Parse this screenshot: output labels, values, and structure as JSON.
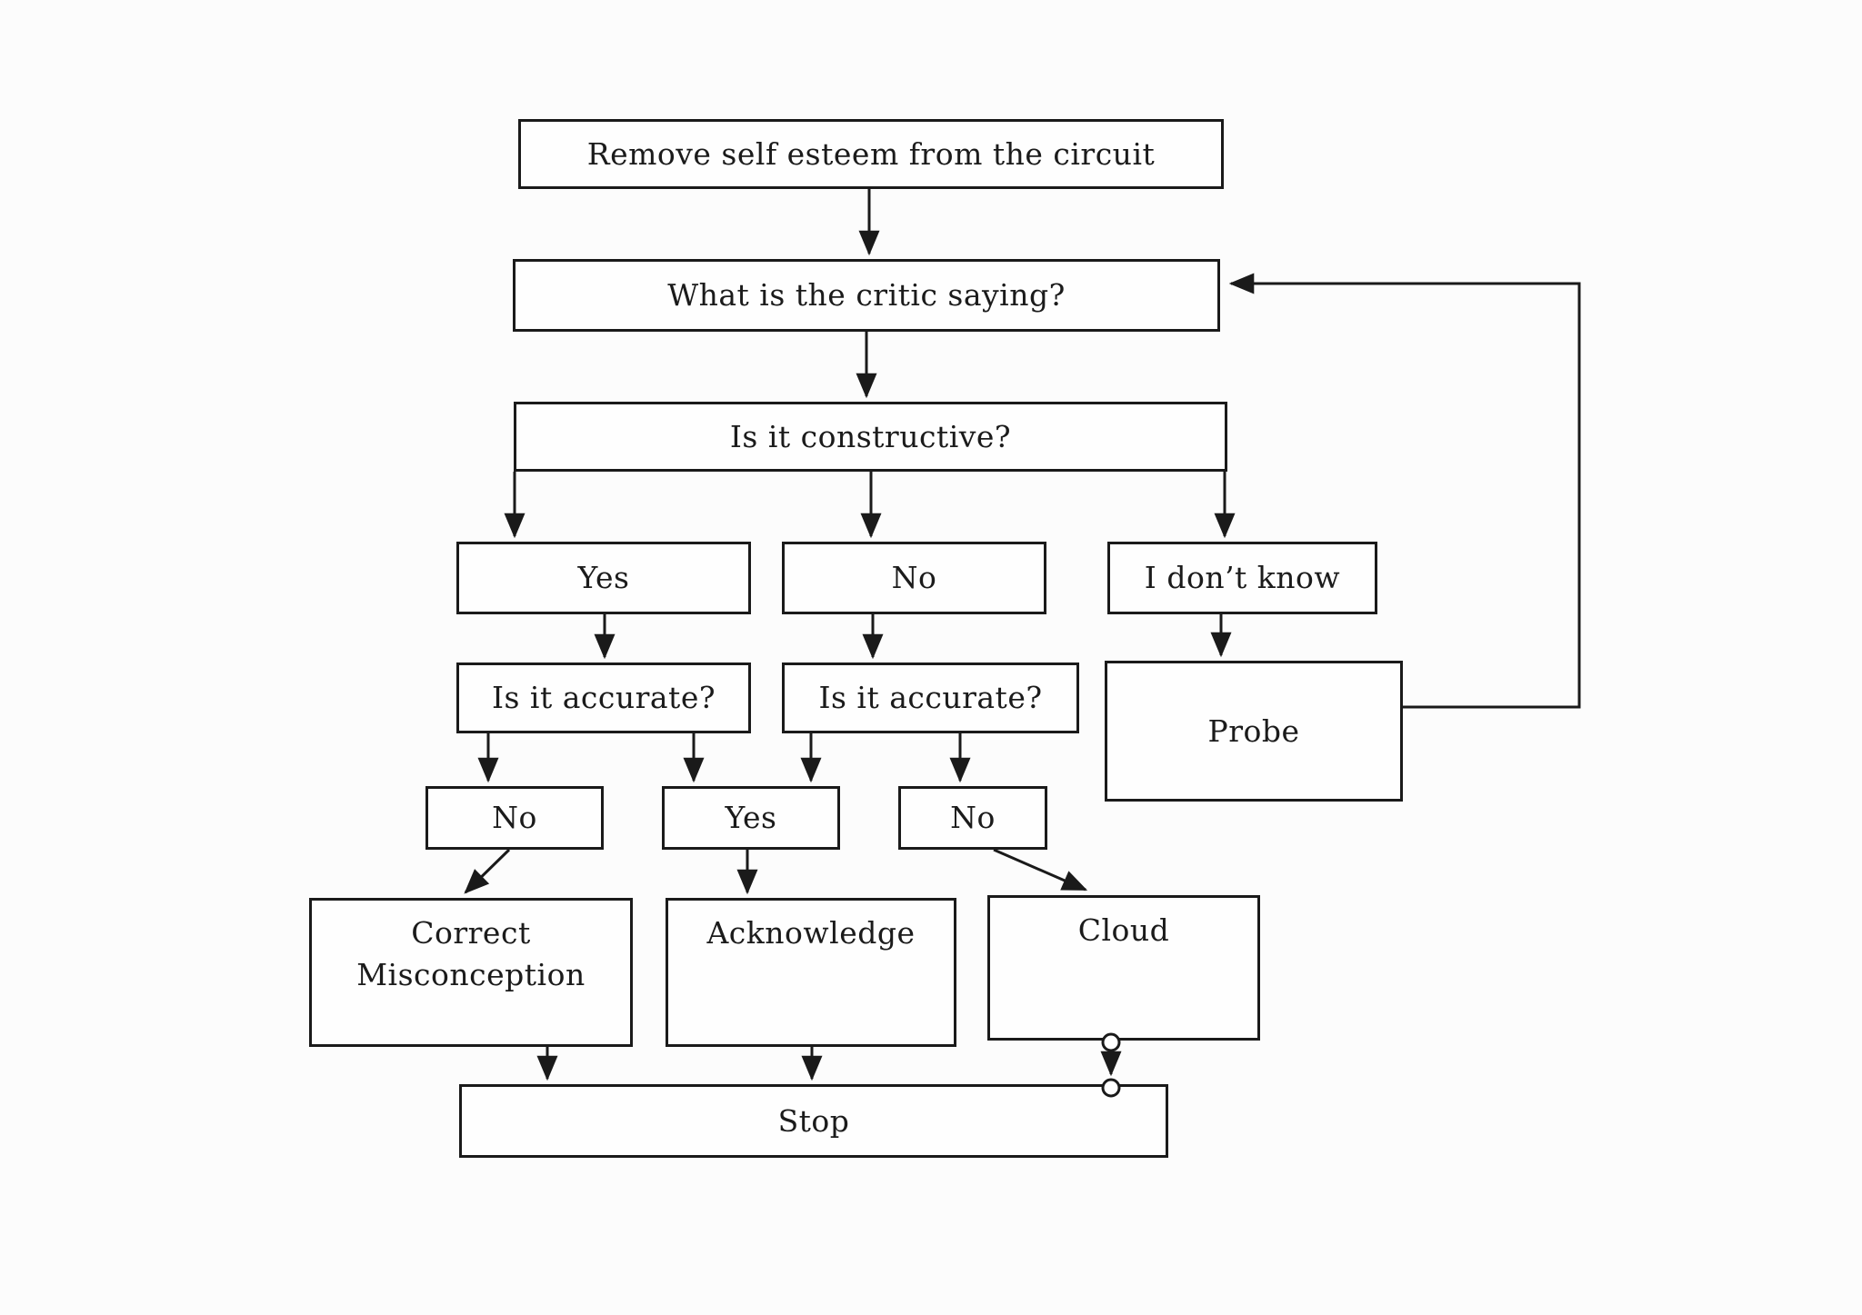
{
  "diagram": {
    "type": "flowchart",
    "colors": {
      "line": "#1a1a1a",
      "box_fill": "#fefefe",
      "background": "#fcfcfc",
      "text": "#1b1b1b"
    },
    "nodes": {
      "remove_self_esteem": {
        "label": "Remove self esteem from the circuit"
      },
      "what_is_critic_saying": {
        "label": "What is the critic saying?"
      },
      "is_it_constructive": {
        "label": "Is it constructive?"
      },
      "constructive_yes": {
        "label": "Yes"
      },
      "constructive_no": {
        "label": "No"
      },
      "i_dont_know": {
        "label": "I don’t know"
      },
      "is_it_accurate_left": {
        "label": "Is it accurate?"
      },
      "is_it_accurate_right": {
        "label": "Is it accurate?"
      },
      "probe": {
        "label": "Probe"
      },
      "accurate_left_no": {
        "label": "No"
      },
      "accurate_yes": {
        "label": "Yes"
      },
      "accurate_right_no": {
        "label": "No"
      },
      "correct_misconception": {
        "label": "Correct Misconception"
      },
      "acknowledge": {
        "label": "Acknowledge"
      },
      "cloud": {
        "label": "Cloud"
      },
      "stop": {
        "label": "Stop"
      }
    },
    "edges": [
      {
        "from": "remove_self_esteem",
        "to": "what_is_critic_saying"
      },
      {
        "from": "what_is_critic_saying",
        "to": "is_it_constructive"
      },
      {
        "from": "is_it_constructive",
        "to": "constructive_yes"
      },
      {
        "from": "is_it_constructive",
        "to": "constructive_no"
      },
      {
        "from": "is_it_constructive",
        "to": "i_dont_know"
      },
      {
        "from": "constructive_yes",
        "to": "is_it_accurate_left"
      },
      {
        "from": "constructive_no",
        "to": "is_it_accurate_right"
      },
      {
        "from": "i_dont_know",
        "to": "probe"
      },
      {
        "from": "is_it_accurate_left",
        "to": "accurate_left_no"
      },
      {
        "from": "is_it_accurate_left",
        "to": "accurate_yes"
      },
      {
        "from": "is_it_accurate_right",
        "to": "accurate_yes"
      },
      {
        "from": "is_it_accurate_right",
        "to": "accurate_right_no"
      },
      {
        "from": "accurate_left_no",
        "to": "correct_misconception"
      },
      {
        "from": "accurate_yes",
        "to": "acknowledge"
      },
      {
        "from": "accurate_right_no",
        "to": "cloud"
      },
      {
        "from": "correct_misconception",
        "to": "stop"
      },
      {
        "from": "acknowledge",
        "to": "stop"
      },
      {
        "from": "cloud",
        "to": "stop"
      },
      {
        "from": "probe",
        "to": "what_is_critic_saying"
      }
    ]
  }
}
